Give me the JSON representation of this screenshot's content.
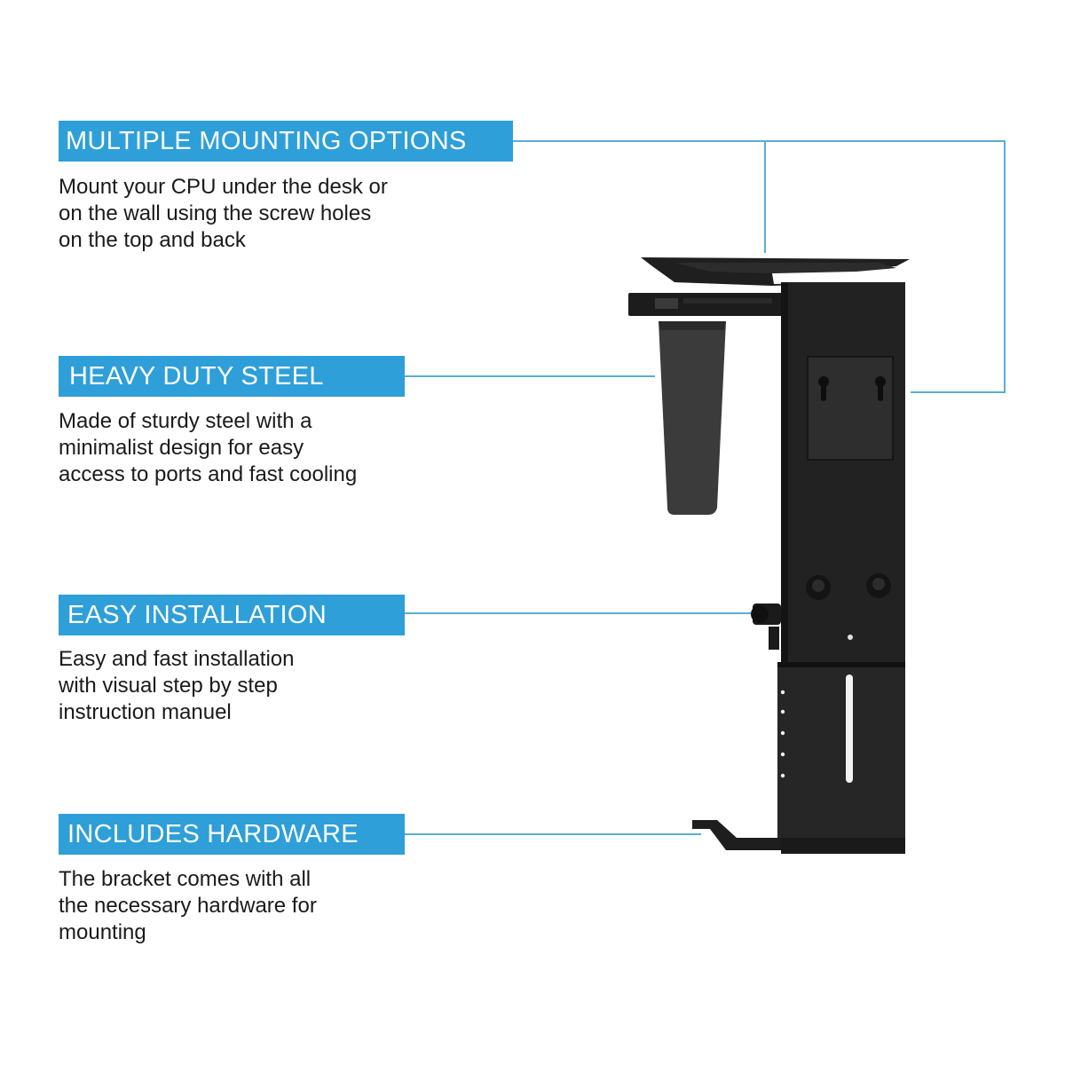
{
  "features": [
    {
      "heading": "MULTIPLE MOUNTING OPTIONS",
      "description": "Mount your CPU under the desk or\non the wall using the screw holes\non the top and back"
    },
    {
      "heading": "HEAVY DUTY STEEL",
      "description": "Made of sturdy steel with a\nminimalist design for easy\naccess to ports and fast cooling"
    },
    {
      "heading": "EASY INSTALLATION",
      "description": "Easy and fast installation\nwith visual step by step\ninstruction manuel"
    },
    {
      "heading": "INCLUDES HARDWARE",
      "description": "The bracket comes with all\nthe necessary hardware for\nmounting"
    }
  ],
  "colors": {
    "accent": "#2e9fd8",
    "callout_line": "#5aaed0",
    "bracket": "#1c1c1c",
    "text": "#1a1a1a"
  }
}
